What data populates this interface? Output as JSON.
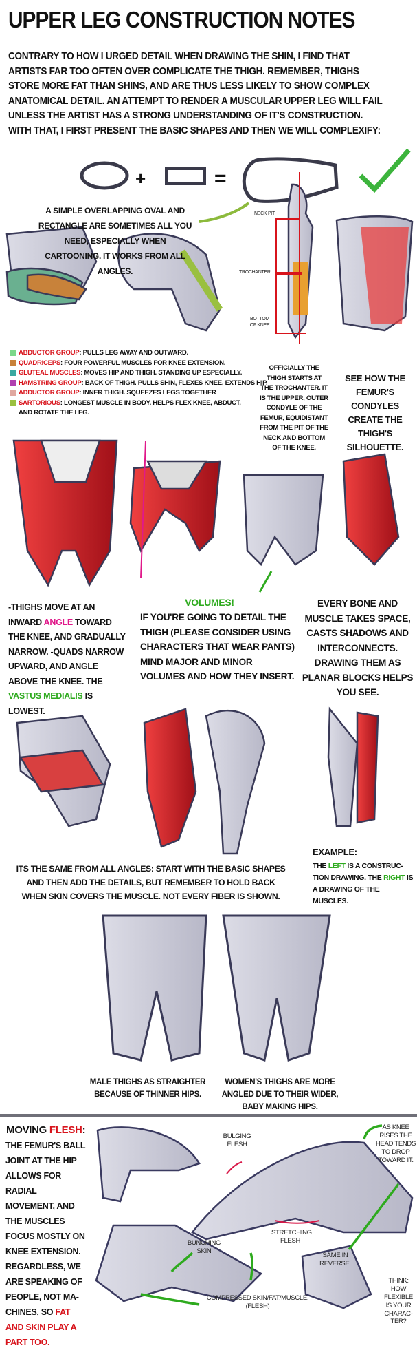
{
  "title": "Upper Leg Construction Notes",
  "intro": "Contrary to how I urged detail when drawing the shin, I find that artists far too often over complicate the thigh. Remember, thighs store more fat than shins, and are thus less likely to show complex anatomical detail. An attempt to render a muscular upper leg will fail unless the artist has a strong understanding of it's construction. With that, I first present the basic shapes and then we will complexify:",
  "shapes": {
    "plus": "+",
    "equals": "="
  },
  "simple_caption": "A simple overlapping oval and rectangle are sometimes all you need, especially when cartooning. It works from all angles.",
  "figure_labels": {
    "neck_pit": "Neck pit",
    "trochanter": "Trochanter",
    "bottom_knee": "Bottom of knee"
  },
  "legend": [
    {
      "name": "Abductor group",
      "desc": ": Pulls leg away and outward.",
      "color": "#7bd88a"
    },
    {
      "name": "Quadriceps",
      "desc": ": Four powerful muscles for knee extension.",
      "color": "#c8823a"
    },
    {
      "name": "Gluteal muscles",
      "desc": ": Moves hip and thigh. Standing up especially.",
      "color": "#3aa8a0"
    },
    {
      "name": "Hamstring group",
      "desc": ": Back of thigh. Pulls shin, flexes knee, extends hip.",
      "color": "#b040b0"
    },
    {
      "name": "Adductor group",
      "desc": ": Inner thigh. Squeezes legs together",
      "color": "#e0a8a0"
    },
    {
      "name": "Sartorious",
      "desc": ": Longest muscle in body. Helps flex knee, abduct, and rotate the leg.",
      "color": "#9ac040"
    }
  ],
  "trochanter_note": "Officially the thigh starts at the trochanter. It is the upper, outer condyle of the femur, equidistant from the pit of the neck and bottom of the knee.",
  "condyles_note": "See how the femur's condyles create the thigh's silhouette.",
  "angle_note": {
    "p1": "-Thighs move at an inward ",
    "angle": "angle",
    "p2": " toward the knee, and gradually narrow. -Quads narrow upward, and angle above the knee. The ",
    "vastus": "vastus medialis",
    "p3": " is lowest."
  },
  "volumes_heading": "Volumes!",
  "volumes_note": "If you're going to detail the thigh (please consider using characters that wear pants) mind major and minor volumes and how they insert.",
  "bone_note": "Every bone and muscle takes space, casts shadows and interconnects. Drawing them as planar blocks helps you see.",
  "angles_note": "Its the same from all angles: start with the basic shapes and then add the details, but remember to hold back when skin covers the muscle. Not every fiber is shown.",
  "example": {
    "heading": "Example:",
    "p1": "The ",
    "left": "left",
    "p2": " is a construc-tion drawing. The ",
    "right": "right",
    "p3": " is a drawing of the muscles."
  },
  "male_caption": "Male thighs as straighter because of thinner hips.",
  "female_caption": "Women's thighs are more angled due to their wider, baby making hips.",
  "flesh": {
    "h1": "Moving ",
    "h2": "flesh",
    "body": "The femur's ball joint at the hip allows for radial movement, and the muscles focus mostly on knee extension. Regardless, we are speaking of people, not ma-chines, so ",
    "red": "fat and skin play a part too."
  },
  "labels": {
    "bulging": "Bulging flesh",
    "stretching": "Stretching flesh",
    "bunching": "Bunching skin",
    "knee_rises": "As knee rises the head tends to drop toward it.",
    "reverse": "Same in reverse.",
    "think": "Think: how flexible is your charac-ter?",
    "compressed": "Compressed skin/fat/muscle. (flesh)"
  }
}
